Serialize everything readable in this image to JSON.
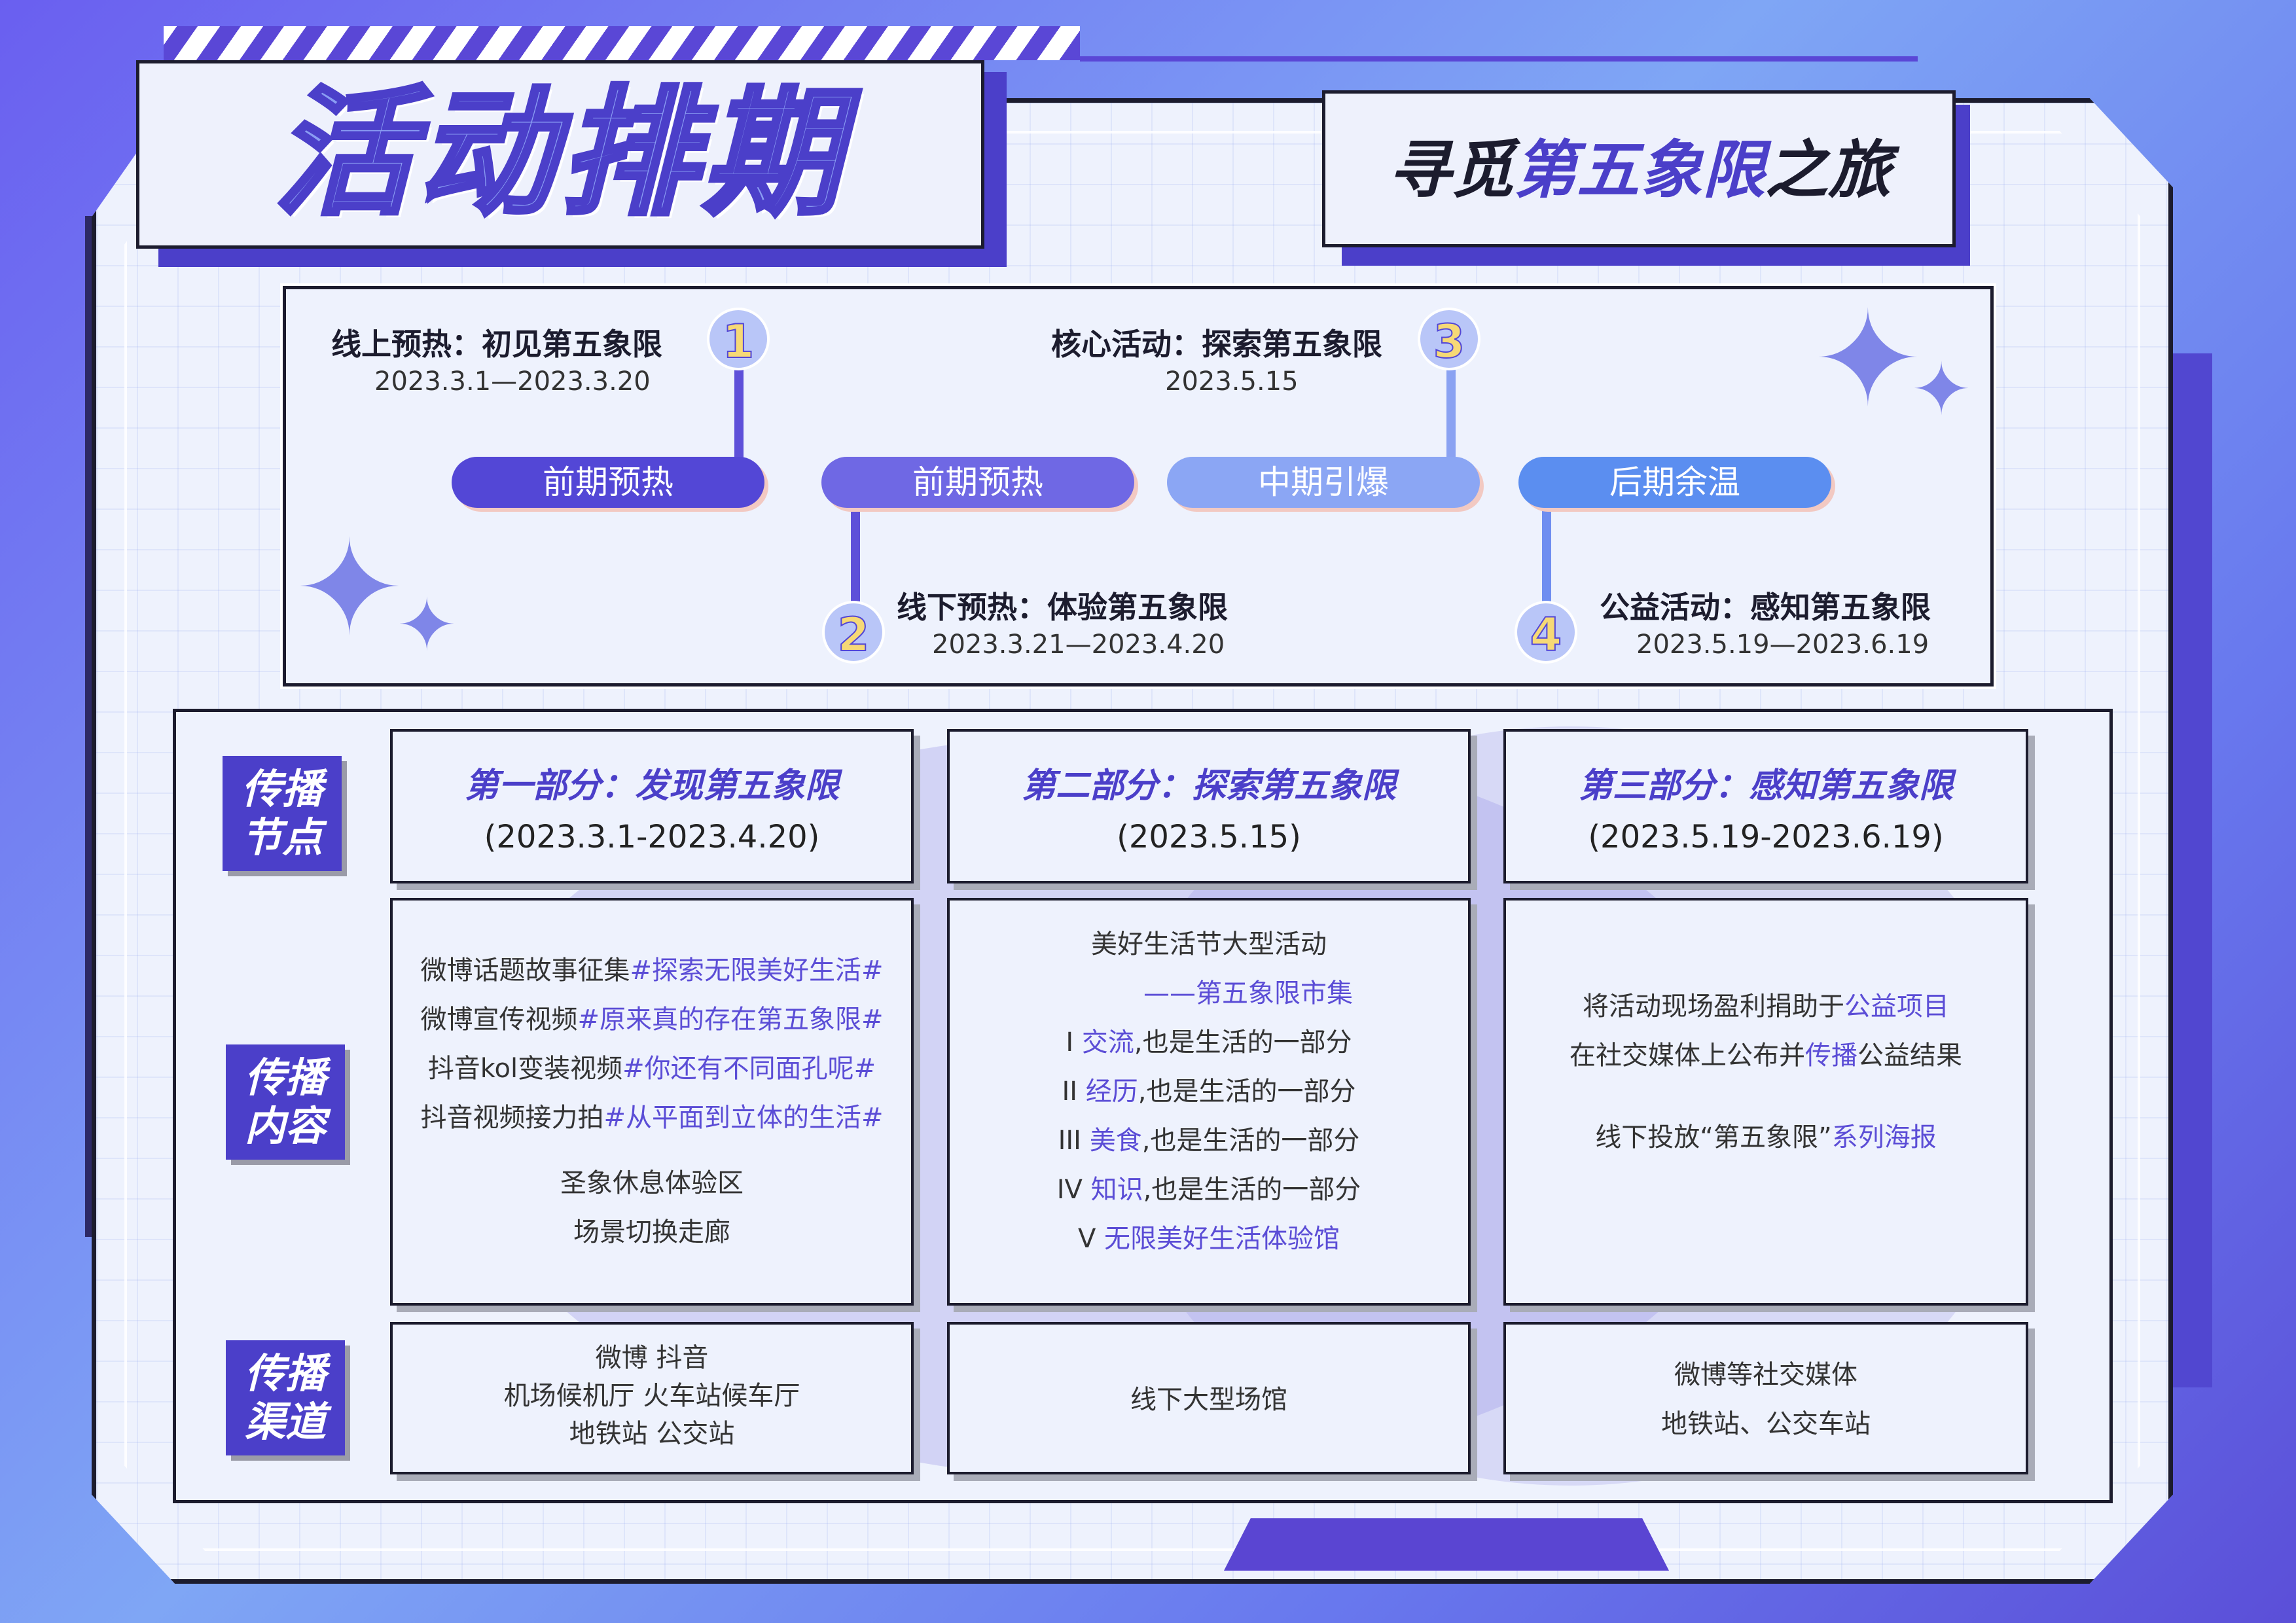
{
  "title": "活动排期",
  "subtitle": {
    "prefix": "寻觅",
    "highlight": "第五象限",
    "suffix": "之旅"
  },
  "colors": {
    "primary": "#4b3fc9",
    "ink": "#1c1c2e",
    "panel": "#eef2fd",
    "accent_light": "#8a9df3"
  },
  "timeline": {
    "phases": [
      "前期预热",
      "前期预热",
      "中期引爆",
      "后期余温"
    ],
    "events": [
      {
        "num": "1",
        "title": "线上预热：初见第五象限",
        "date": "2023.3.1—2023.3.20"
      },
      {
        "num": "2",
        "title": "线下预热：体验第五象限",
        "date": "2023.3.21—2023.4.20"
      },
      {
        "num": "3",
        "title": "核心活动：探索第五象限",
        "date": "2023.5.15"
      },
      {
        "num": "4",
        "title": "公益活动：感知第五象限",
        "date": "2023.5.19—2023.6.19"
      }
    ],
    "icons": [
      "sparkle-star-icon"
    ]
  },
  "row_labels": {
    "nodes": [
      "传播",
      "节点"
    ],
    "content": [
      "传播",
      "内容"
    ],
    "channels": [
      "传播",
      "渠道"
    ]
  },
  "columns": [
    {
      "header": "第一部分：发现第五象限",
      "date": "(2023.3.1-2023.4.20)",
      "content": [
        {
          "text": "微博话题故事征集",
          "tag": "#探索无限美好生活#"
        },
        {
          "text": "微博宣传视频",
          "tag": "#原来真的存在第五象限#"
        },
        {
          "text": "抖音kol变装视频",
          "tag": "#你还有不同面孔呢#"
        },
        {
          "text": "抖音视频接力拍",
          "tag": "#从平面到立体的生活#"
        }
      ],
      "extra": [
        "圣象休息体验区",
        "场景切换走廊"
      ],
      "channels": [
        "微博  抖音",
        "机场候机厅  火车站候车厅",
        "地铁站  公交站"
      ]
    },
    {
      "header": "第二部分：探索第五象限",
      "date": "(2023.5.15)",
      "intro": "美好生活节大型活动",
      "intro_sub": "——第五象限市集",
      "items": [
        {
          "num": "I",
          "key": "交流",
          "rest": ",也是生活的一部分"
        },
        {
          "num": "II",
          "key": "经历",
          "rest": ",也是生活的一部分"
        },
        {
          "num": "III",
          "key": "美食",
          "rest": ",也是生活的一部分"
        },
        {
          "num": "IV",
          "key": "知识",
          "rest": ",也是生活的一部分"
        },
        {
          "num": "V",
          "key": "无限美好生活体验馆",
          "rest": ""
        }
      ],
      "channels": [
        "线下大型场馆"
      ]
    },
    {
      "header": "第三部分：感知第五象限",
      "date": "(2023.5.19-2023.6.19)",
      "lines": [
        {
          "a": "将活动现场盈利捐助于",
          "b": "公益项目",
          "c": ""
        },
        {
          "a": "在社交媒体上公布并",
          "b": "传播",
          "c": "公益结果"
        },
        {
          "a": "线下投放“第五象限”",
          "b": "系列海报",
          "c": ""
        }
      ],
      "channels": [
        "微博等社交媒体",
        "地铁站、公交车站"
      ]
    }
  ]
}
